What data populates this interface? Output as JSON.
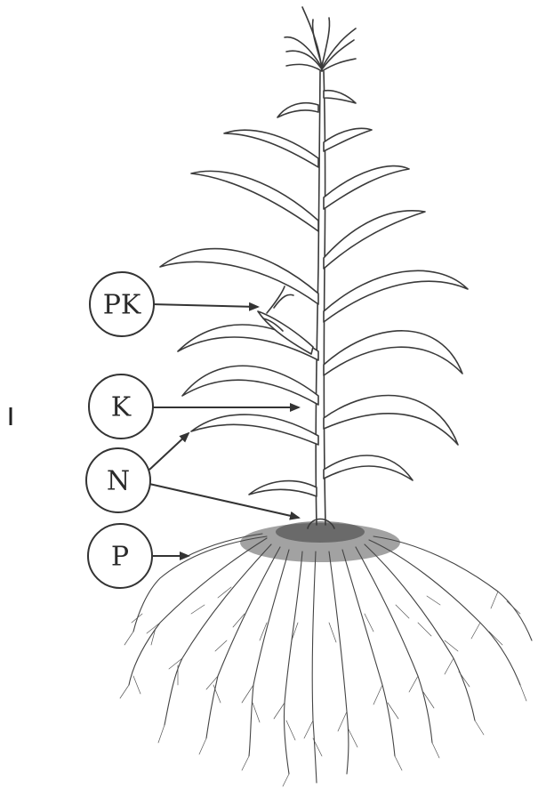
{
  "callouts": [
    {
      "id": "pk",
      "label": "PK",
      "icon": "pk-label-circle"
    },
    {
      "id": "k",
      "label": "K",
      "icon": "k-label-circle"
    },
    {
      "id": "n",
      "label": "N",
      "icon": "n-label-circle"
    },
    {
      "id": "p",
      "label": "P",
      "icon": "p-label-circle"
    }
  ],
  "illustration": {
    "subject": "corn-plant-with-roots",
    "style": "line-drawing"
  },
  "colors": {
    "ink": "#3a3a3a",
    "background": "#ffffff"
  }
}
